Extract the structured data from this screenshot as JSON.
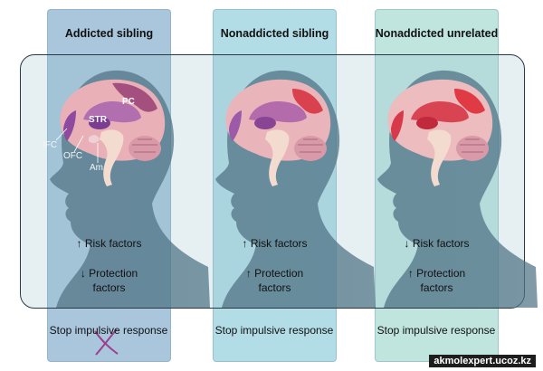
{
  "columns": [
    {
      "title": "Addicted sibling",
      "risk": "Risk factors",
      "risk_arrow": "↑",
      "protection_line1": "Protection",
      "protection_line2": "factors",
      "protection_arrow": "↓",
      "outcome": "Stop impulsive response",
      "outcome_crossed": true,
      "color": "#9fbfd8"
    },
    {
      "title": "Nonaddicted sibling",
      "risk": "Risk factors",
      "risk_arrow": "↑",
      "protection_line1": "Protection",
      "protection_line2": "factors",
      "protection_arrow": "↑",
      "outcome": "Stop impulsive response",
      "outcome_crossed": false,
      "color": "#a8d8e2"
    },
    {
      "title": "Nonaddicted unrelated",
      "risk": "Risk factors",
      "risk_arrow": "↓",
      "protection_line1": "Protection",
      "protection_line2": "factors",
      "protection_arrow": "↑",
      "outcome": "Stop impulsive response",
      "outcome_crossed": false,
      "color": "#b6e2dc"
    }
  ],
  "brain_labels": {
    "pc": "PC",
    "str": "STR",
    "ifc": "IFC",
    "ofc": "OFC",
    "am": "Am"
  },
  "watermark": "akmolexpert.ucoz.kz"
}
